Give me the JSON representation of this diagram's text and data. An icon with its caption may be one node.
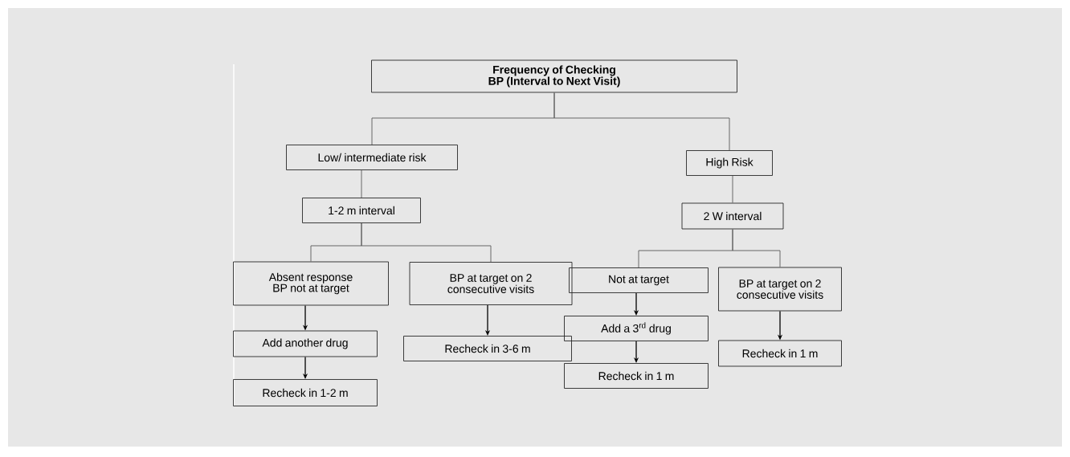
{
  "diagram": {
    "nodes": [
      {
        "text": [
          "Frequency of Checking BP (Interval to Next Visit)"
        ]
      },
      {
        "text": [
          "Low/ intermediate risk"
        ]
      },
      {
        "text": [
          "High Risk"
        ]
      },
      {
        "text": [
          "1-2 m interval"
        ]
      },
      {
        "text": [
          "2 W interval"
        ]
      },
      {
        "text": [
          "Absent response BP not at target"
        ]
      },
      {
        "text": [
          "BP at target on 2 consecutive visits"
        ]
      },
      {
        "text": [
          "Not at target"
        ]
      },
      {
        "text": [
          "BP at target on 2 consecutive visits"
        ]
      },
      {
        "text": [
          "Add another drug"
        ]
      },
      {
        "text": [
          "Recheck in 3-6 m"
        ]
      },
      {
        "text": [
          "Add a 3$^{rd}$ drug"
        ]
      },
      {
        "text": [
          "Recheck in 1 m"
        ]
      },
      {
        "text": [
          "Recheck in 1-2 m"
        ]
      },
      {
        "text": [
          "Recheck in 1 m"
        ]
      }
    ],
    "edges": [
      {
        "from": 0,
        "to": 1,
        "arrow": "none"
      },
      {
        "from": 0,
        "to": 2,
        "arrow": "none"
      },
      {
        "from": 1,
        "to": 3,
        "arrow": "none"
      },
      {
        "from": 2,
        "to": 4,
        "arrow": "none"
      },
      {
        "from": 3,
        "to": 5,
        "arrow": "none"
      },
      {
        "from": 3,
        "to": 6,
        "arrow": "none"
      },
      {
        "from": 4,
        "to": 7,
        "arrow": "none"
      },
      {
        "from": 4,
        "to": 8,
        "arrow": "none"
      },
      {
        "from": 5,
        "to": 9,
        "arrow": "to"
      },
      {
        "from": 9,
        "to": 13,
        "arrow": "to"
      },
      {
        "from": 6,
        "to": 10,
        "arrow": "to"
      },
      {
        "from": 7,
        "to": 11,
        "arrow": "to"
      },
      {
        "from": 11,
        "to": 14,
        "arrow": "to"
      },
      {
        "from": 8,
        "to": 12,
        "arrow": "to"
      }
    ]
  }
}
